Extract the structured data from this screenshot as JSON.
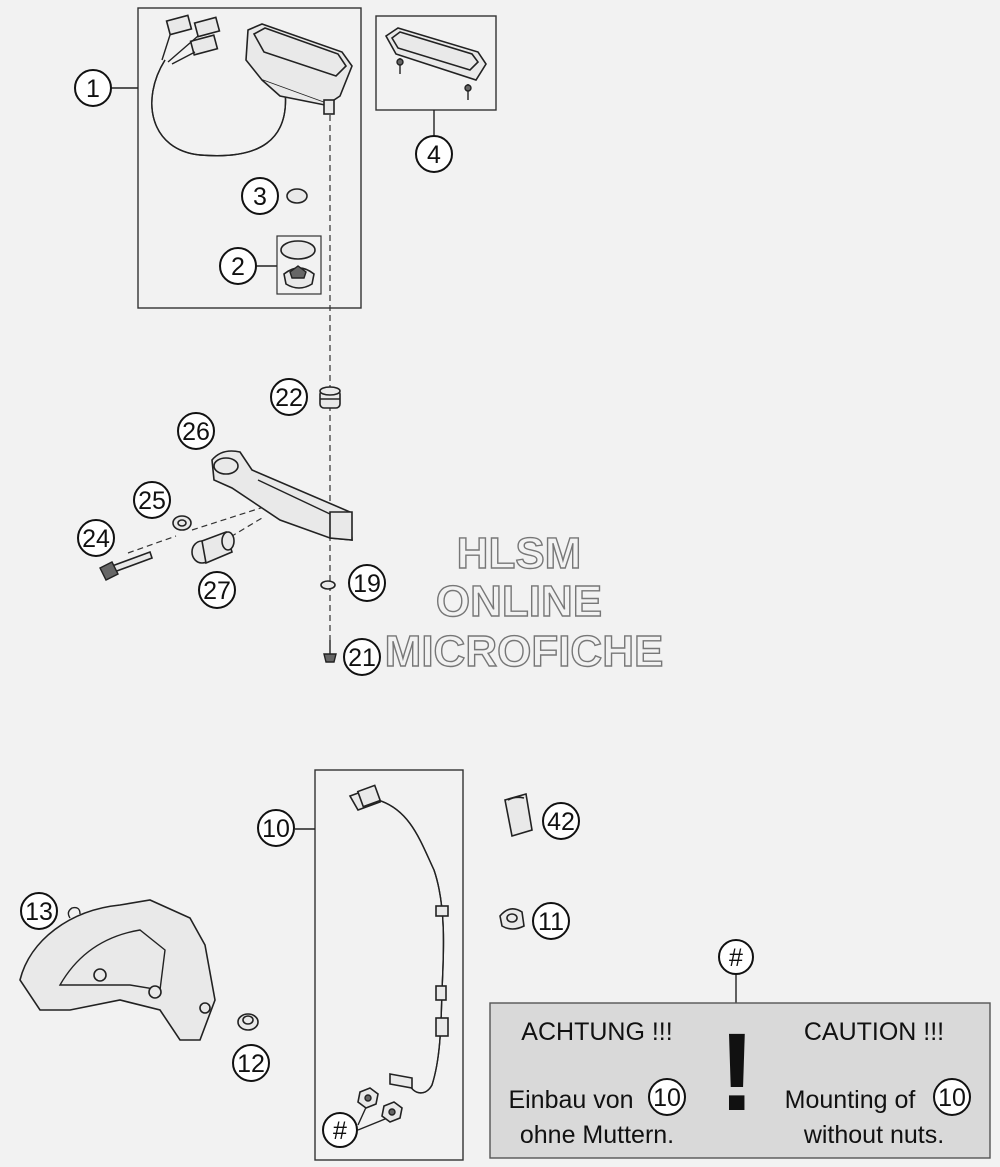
{
  "callouts": {
    "c1": "1",
    "c2": "2",
    "c3": "3",
    "c4": "4",
    "c10": "10",
    "c11": "11",
    "c12": "12",
    "c13": "13",
    "c19": "19",
    "c21": "21",
    "c22": "22",
    "c24": "24",
    "c25": "25",
    "c26": "26",
    "c27": "27",
    "c42": "42",
    "hash_top": "#",
    "hash_bottom": "#"
  },
  "watermark": {
    "line1": "HLSM",
    "line2": "ONLINE",
    "line3": "MICROFICHE"
  },
  "note": {
    "left_title": "ACHTUNG !!!",
    "left_line1": "Einbau von",
    "left_ref": "10",
    "left_line2": "ohne Muttern.",
    "right_title": "CAUTION !!!",
    "right_line1": "Mounting of",
    "right_ref": "10",
    "right_line2": "without nuts.",
    "mark": "!"
  }
}
